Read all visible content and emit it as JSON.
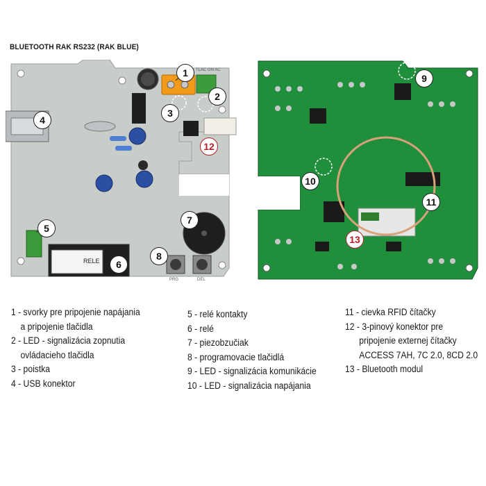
{
  "title": "BLUETOOTH RAK RS232 (RAK BLUE)",
  "colors": {
    "left_board": "#c9cdc9",
    "right_board": "#1f8f3c",
    "callout_red": "#b3202a",
    "rfid_coil": "#d9a27a"
  },
  "board_left": {
    "silkscreen": {
      "relay_label": "RELE",
      "prg_label": "PRG",
      "del_label": "DEL",
      "top_labels": "TLAC GN AC"
    },
    "callouts": [
      "1",
      "2",
      "3",
      "4",
      "5",
      "6",
      "7",
      "8",
      "12"
    ]
  },
  "board_right": {
    "callouts": [
      "9",
      "10",
      "11",
      "13"
    ]
  },
  "legend": {
    "col1": [
      {
        "num": "1 ",
        "text": "- svorky pre pripojenie napájania",
        "cont": "a pripojenie tlačidla"
      },
      {
        "num": "2 ",
        "text": "- LED - signalizácia zopnutia",
        "cont": "ovládacieho tlačidla"
      },
      {
        "num": "3 ",
        "text": "- poistka",
        "cont": ""
      },
      {
        "num": "4 ",
        "text": "- USB konektor",
        "cont": ""
      }
    ],
    "col2": [
      {
        "num": "5 ",
        "text": "- relé kontakty"
      },
      {
        "num": "6 ",
        "text": "- relé"
      },
      {
        "num": "7 ",
        "text": "- piezobzučiak"
      },
      {
        "num": "8 ",
        "text": "- programovacie tlačidlá"
      },
      {
        "num": "9 ",
        "text": "- LED - signalizácia komunikácie"
      },
      {
        "num": "10 ",
        "text": "- LED - signalizácia napájania"
      }
    ],
    "col3": [
      {
        "num": "11 ",
        "text": "- cievka RFID čítačky",
        "cont": "",
        "cont2": ""
      },
      {
        "num": "12 ",
        "text": "- 3-pinový konektor pre",
        "cont": "pripojenie externej čítačky",
        "cont2": "ACCESS 7AH, 7C 2.0, 8CD 2.0"
      },
      {
        "num": "13 ",
        "text": "- Bluetooth modul",
        "cont": "",
        "cont2": ""
      }
    ]
  }
}
